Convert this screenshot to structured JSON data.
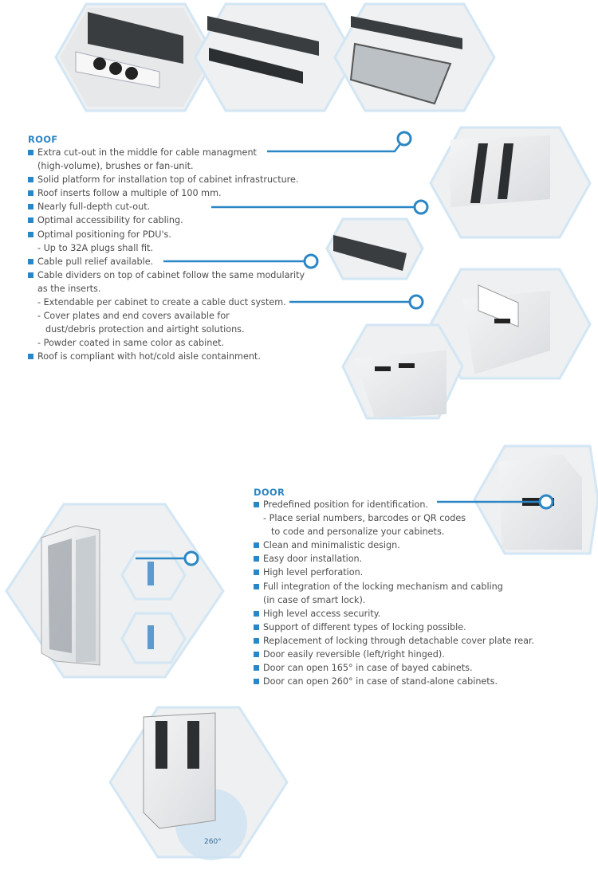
{
  "roof": {
    "title": "ROOF",
    "items": [
      {
        "kind": "b",
        "text": "Extra cut-out in the middle for cable managment"
      },
      {
        "kind": "c",
        "text": "(high-volume), brushes or fan-unit."
      },
      {
        "kind": "b",
        "text": "Solid platform for installation top of cabinet infrastructure."
      },
      {
        "kind": "b",
        "text": "Roof inserts follow a multiple of 100 mm."
      },
      {
        "kind": "b",
        "text": "Nearly full-depth cut-out."
      },
      {
        "kind": "b",
        "text": "Optimal accessibility for cabling."
      },
      {
        "kind": "b",
        "text": "Optimal positioning for PDU's."
      },
      {
        "kind": "s",
        "text": "- Up to 32A plugs shall fit."
      },
      {
        "kind": "b",
        "text": "Cable pull relief available."
      },
      {
        "kind": "b",
        "text": "Cable dividers on top of cabinet follow the same modularity"
      },
      {
        "kind": "c",
        "text": "as the inserts."
      },
      {
        "kind": "s",
        "text": "- Extendable per cabinet to create a cable duct system."
      },
      {
        "kind": "s",
        "text": "- Cover plates and end covers available for"
      },
      {
        "kind": "sc",
        "text": "dust/debris protection and airtight solutions."
      },
      {
        "kind": "s",
        "text": "- Powder coated in same color as cabinet."
      },
      {
        "kind": "b",
        "text": "Roof is compliant with hot/cold aisle containment."
      }
    ]
  },
  "door": {
    "title": "DOOR",
    "items": [
      {
        "kind": "b",
        "text": "Predefined position for identification."
      },
      {
        "kind": "s",
        "text": "- Place serial numbers, barcodes or QR codes"
      },
      {
        "kind": "sc",
        "text": "to code and personalize your cabinets."
      },
      {
        "kind": "b",
        "text": "Clean and minimalistic design."
      },
      {
        "kind": "b",
        "text": "Easy door installation."
      },
      {
        "kind": "b",
        "text": "High level perforation."
      },
      {
        "kind": "b",
        "text": "Full integration of the locking mechanism and cabling"
      },
      {
        "kind": "c",
        "text": "(in case of smart lock)."
      },
      {
        "kind": "b",
        "text": "High level access security."
      },
      {
        "kind": "b",
        "text": "Support of different types of locking possible."
      },
      {
        "kind": "b",
        "text": "Replacement of locking through detachable cover plate rear."
      },
      {
        "kind": "b",
        "text": "Door easily reversible (left/right hinged)."
      },
      {
        "kind": "b",
        "text": "Door can open 165° in case of bayed cabinets."
      },
      {
        "kind": "b",
        "text": "Door can open 260° in case of stand-alone cabinets."
      }
    ]
  },
  "angle_label": "260°",
  "colors": {
    "accent": "#2b86c6",
    "hex_border": "#d3e6f4",
    "text": "#4d4d4d"
  }
}
